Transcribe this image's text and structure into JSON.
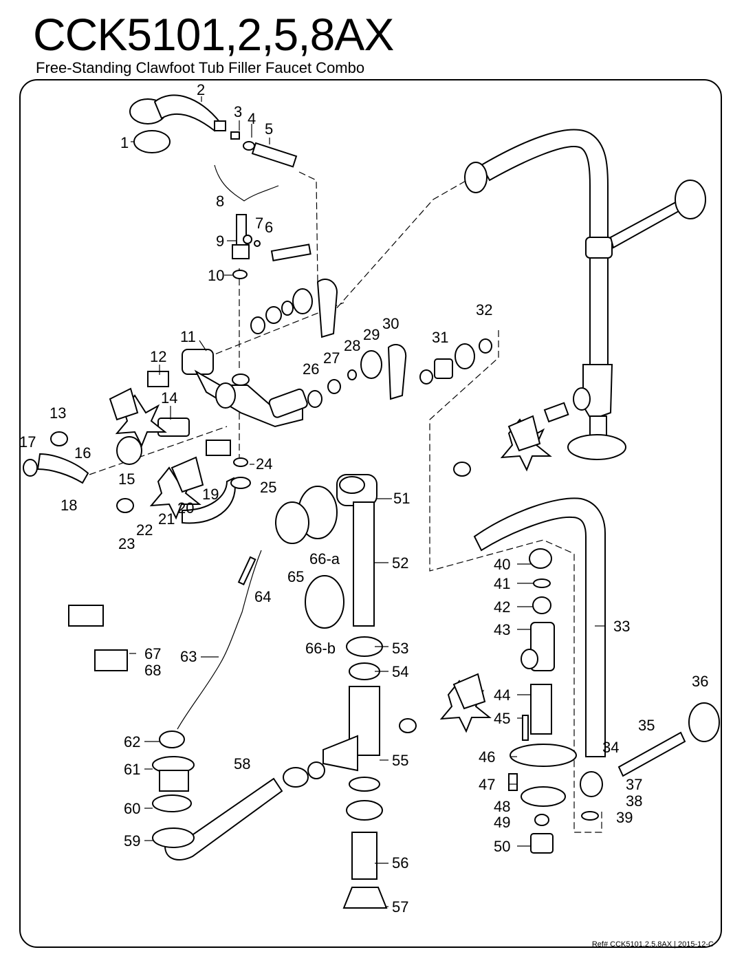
{
  "header": {
    "title": "CCK5101,2,5,8AX",
    "subtitle": "Free-Standing Clawfoot Tub Filler Faucet Combo"
  },
  "footer": {
    "reference": "Ref# CCK5101,2,5,8AX | 2015-12-C"
  },
  "part_labels": [
    "1",
    "2",
    "3",
    "4",
    "5",
    "6",
    "7",
    "8",
    "9",
    "10",
    "11",
    "12",
    "13",
    "14",
    "15",
    "16",
    "17",
    "18",
    "19",
    "20",
    "21",
    "22",
    "23",
    "24",
    "25",
    "26",
    "27",
    "28",
    "29",
    "30",
    "31",
    "32",
    "33",
    "34",
    "35",
    "36",
    "37",
    "38",
    "39",
    "40",
    "41",
    "42",
    "43",
    "44",
    "45",
    "46",
    "47",
    "48",
    "49",
    "50",
    "51",
    "52",
    "53",
    "54",
    "55",
    "56",
    "57",
    "58",
    "59",
    "60",
    "61",
    "62",
    "63",
    "64",
    "65",
    "66-a",
    "66-b",
    "67",
    "68"
  ]
}
